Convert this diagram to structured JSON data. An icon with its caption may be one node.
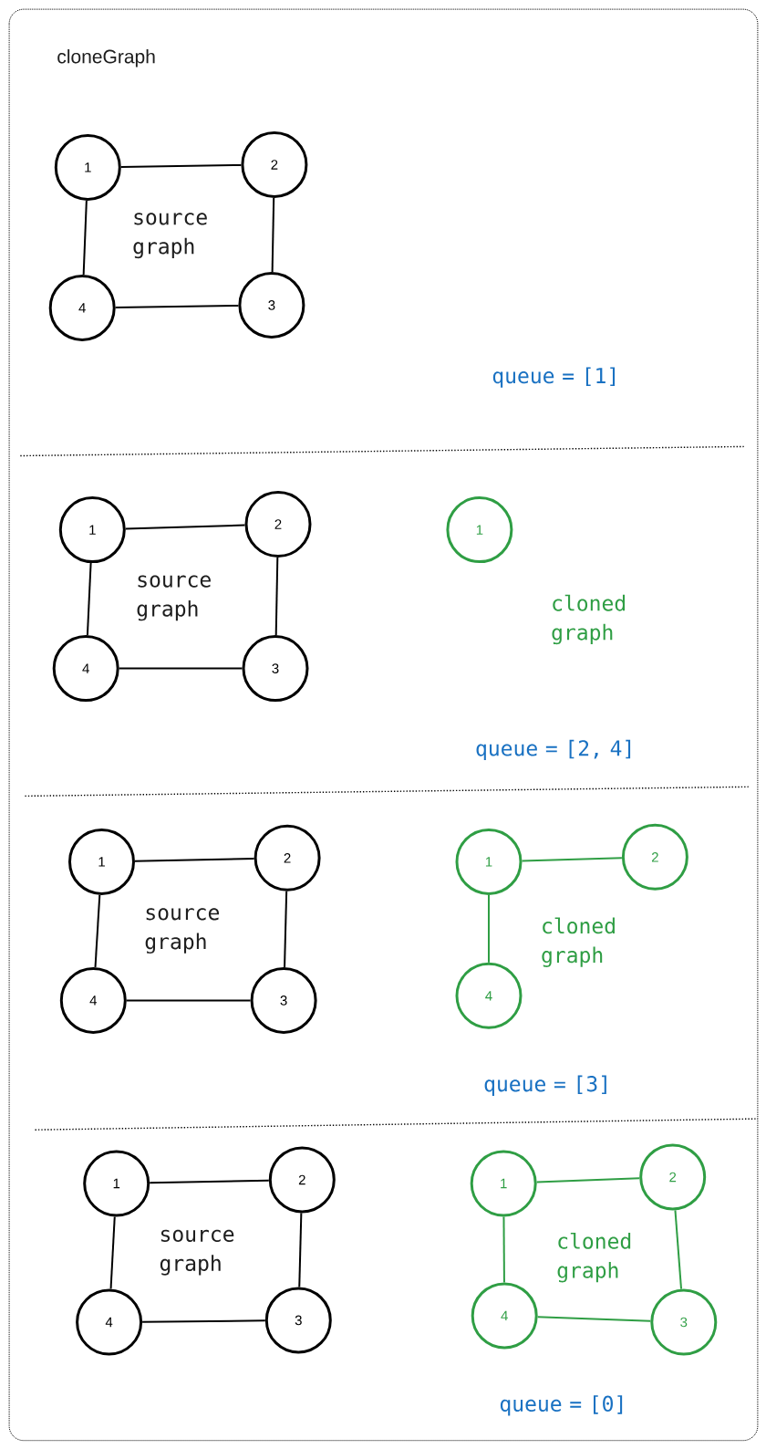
{
  "diagram": {
    "title": "cloneGraph",
    "nodes": [
      {
        "text": [
          "1"
        ]
      },
      {
        "text": [
          "2"
        ]
      },
      {
        "text": [
          "3"
        ]
      },
      {
        "text": [
          "4"
        ]
      },
      {
        "text": [
          "1"
        ]
      },
      {
        "text": [
          "2"
        ]
      },
      {
        "text": [
          "3"
        ]
      },
      {
        "text": [
          "4"
        ]
      },
      {
        "text": [
          "1"
        ]
      },
      {
        "text": [
          "1"
        ]
      },
      {
        "text": [
          "2"
        ]
      },
      {
        "text": [
          "3"
        ]
      },
      {
        "text": [
          "4"
        ]
      },
      {
        "text": [
          "1"
        ]
      },
      {
        "text": [
          "2"
        ]
      },
      {
        "text": [
          "4"
        ]
      },
      {
        "text": [
          "1"
        ]
      },
      {
        "text": [
          "2"
        ]
      },
      {
        "text": [
          "3"
        ]
      },
      {
        "text": [
          "4"
        ]
      },
      {
        "text": [
          "1"
        ]
      },
      {
        "text": [
          "2"
        ]
      },
      {
        "text": [
          "3"
        ]
      },
      {
        "text": [
          "4"
        ]
      }
    ],
    "edges": [
      {
        "from": 0,
        "to": 1,
        "arrow": "none"
      },
      {
        "from": 1,
        "to": 2,
        "arrow": "none"
      },
      {
        "from": 2,
        "to": 3,
        "arrow": "none"
      },
      {
        "from": 3,
        "to": 0,
        "arrow": "none"
      },
      {
        "from": 4,
        "to": 5,
        "arrow": "none"
      },
      {
        "from": 5,
        "to": 6,
        "arrow": "none"
      },
      {
        "from": 6,
        "to": 7,
        "arrow": "none"
      },
      {
        "from": 7,
        "to": 4,
        "arrow": "none"
      },
      {
        "from": 9,
        "to": 10,
        "arrow": "none"
      },
      {
        "from": 10,
        "to": 11,
        "arrow": "none"
      },
      {
        "from": 11,
        "to": 12,
        "arrow": "none"
      },
      {
        "from": 12,
        "to": 9,
        "arrow": "none"
      },
      {
        "from": 13,
        "to": 14,
        "arrow": "none",
        "color": "#2f9e44"
      },
      {
        "from": 13,
        "to": 15,
        "arrow": "none",
        "color": "#2f9e44"
      },
      {
        "from": 16,
        "to": 17,
        "arrow": "none"
      },
      {
        "from": 17,
        "to": 18,
        "arrow": "none"
      },
      {
        "from": 18,
        "to": 19,
        "arrow": "none"
      },
      {
        "from": 19,
        "to": 16,
        "arrow": "none"
      },
      {
        "from": 20,
        "to": 21,
        "arrow": "none",
        "color": "#2f9e44"
      },
      {
        "from": 21,
        "to": 22,
        "arrow": "none",
        "color": "#2f9e44"
      },
      {
        "from": 22,
        "to": 23,
        "arrow": "none",
        "color": "#2f9e44"
      },
      {
        "from": 23,
        "to": 20,
        "arrow": "none",
        "color": "#2f9e44"
      }
    ],
    "labels": [
      "source graph",
      "queue = [1]",
      "source graph",
      "cloned graph",
      "queue = [2, 4]",
      "source graph",
      "cloned graph",
      "queue = [3]",
      "source graph",
      "cloned graph",
      "queue = [0]"
    ]
  }
}
